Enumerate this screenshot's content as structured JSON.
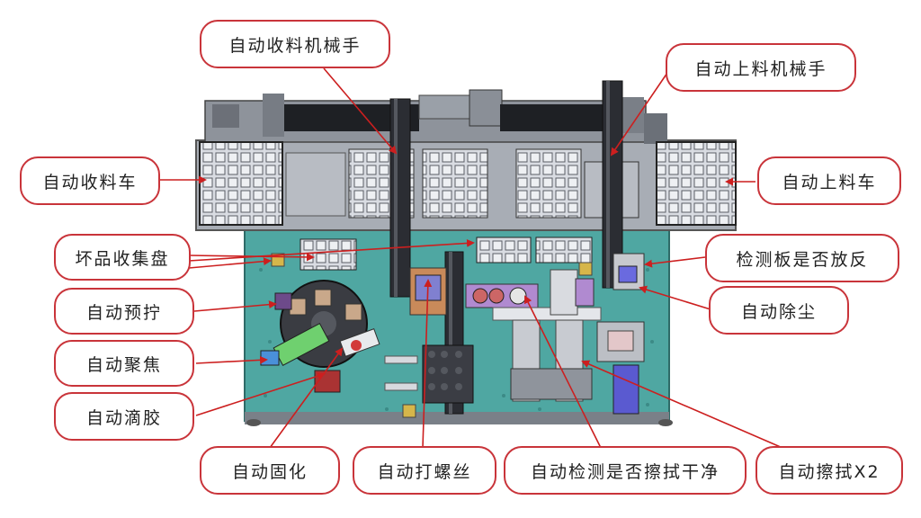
{
  "labels": {
    "auto_unload_robot": "自动收料机械手",
    "auto_load_robot": "自动上料机械手",
    "auto_unload_cart": "自动收料车",
    "auto_load_cart": "自动上料车",
    "defect_tray": "坏品收集盘",
    "board_orientation_check": "检测板是否放反",
    "auto_pre_screw": "自动预拧",
    "auto_dust_removal": "自动除尘",
    "auto_focus": "自动聚焦",
    "auto_glue": "自动滴胶",
    "auto_cure": "自动固化",
    "auto_screw": "自动打螺丝",
    "auto_wipe_check": "自动检测是否擦拭干净",
    "auto_wipe_x2": "自动擦拭X2"
  },
  "colors": {
    "callout_border": "#c9343a",
    "arrow": "#cc1f1f",
    "base_plate": "#4fa7a2",
    "frame": "#9a9fa8",
    "dark_metal": "#2b2d33"
  }
}
